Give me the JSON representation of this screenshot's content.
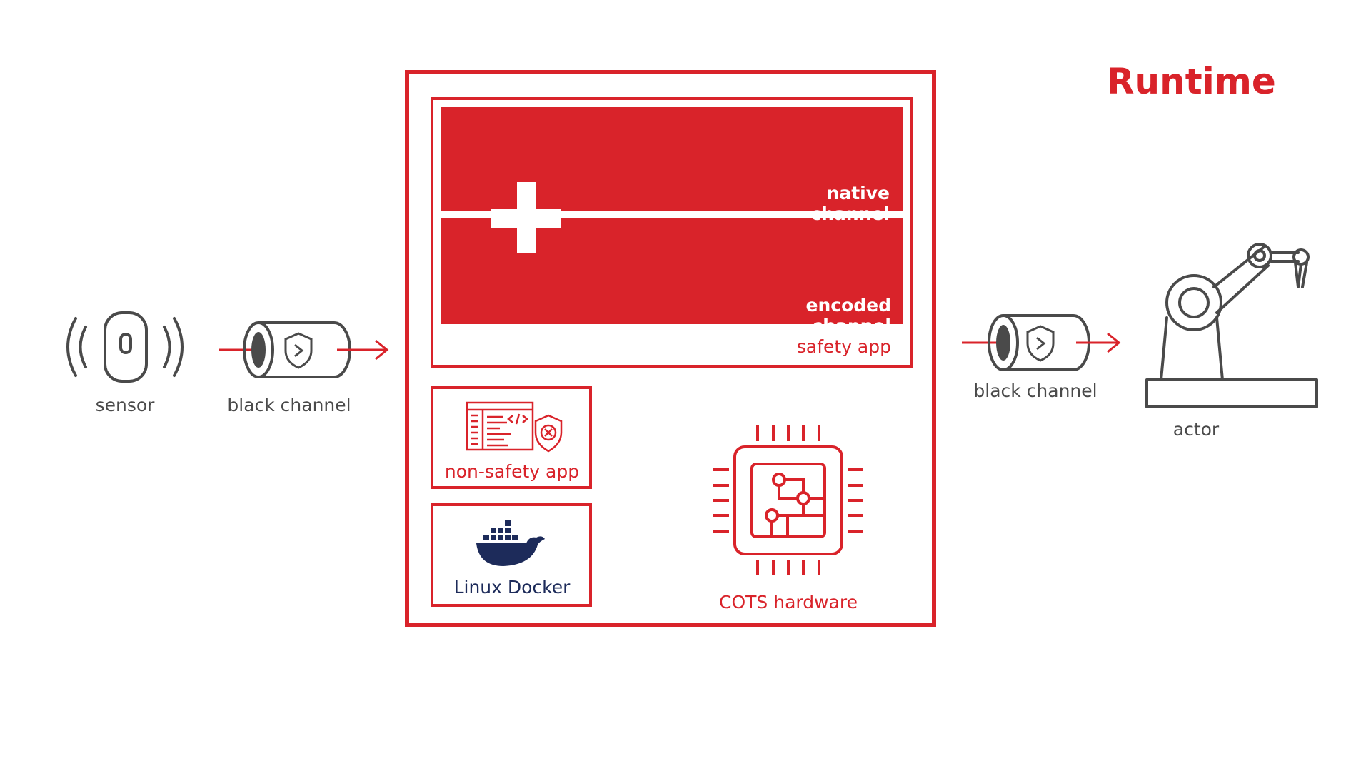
{
  "title": "Runtime",
  "sensor": {
    "label": "sensor",
    "icon": "sensor-icon"
  },
  "black_channel_in": {
    "label": "black channel",
    "icon": "black-channel-icon"
  },
  "black_channel_out": {
    "label": "black channel",
    "icon": "black-channel-icon"
  },
  "actor": {
    "label": "actor",
    "icon": "robot-arm-icon"
  },
  "safety_app": {
    "label": "safety app",
    "native_channel": "native channel",
    "encoded_channel": "encoded channel"
  },
  "non_safety_app": {
    "label": "non-safety app",
    "icon": "code-window-shield-icon"
  },
  "linux_docker": {
    "label": "Linux Docker",
    "icon": "docker-whale-icon"
  },
  "cots_hardware": {
    "label": "COTS hardware",
    "icon": "cpu-chip-icon"
  },
  "colors": {
    "accent": "#d9232a",
    "icon_gray": "#4a4a4a",
    "docker_navy": "#1d2b5a"
  }
}
